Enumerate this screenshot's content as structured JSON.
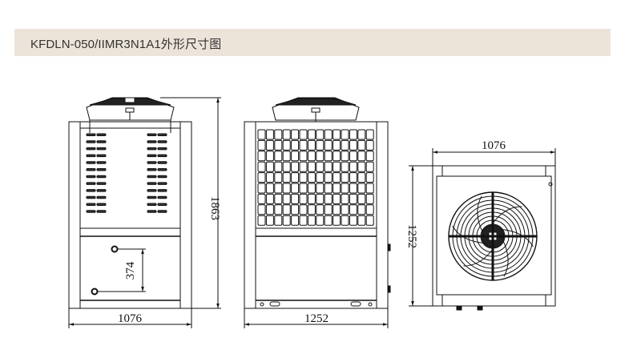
{
  "header": {
    "title": "KFDLN-050/IIMR3N1A1外形尺寸图"
  },
  "views": {
    "front": {
      "height_label": "1863",
      "width_label": "1076",
      "pipe_spacing_label": "374"
    },
    "side": {
      "width_label": "1252"
    },
    "top": {
      "width_label": "1076",
      "depth_label": "1252"
    }
  },
  "colors": {
    "header_bg": "#ece4d9",
    "line": "#111111"
  }
}
